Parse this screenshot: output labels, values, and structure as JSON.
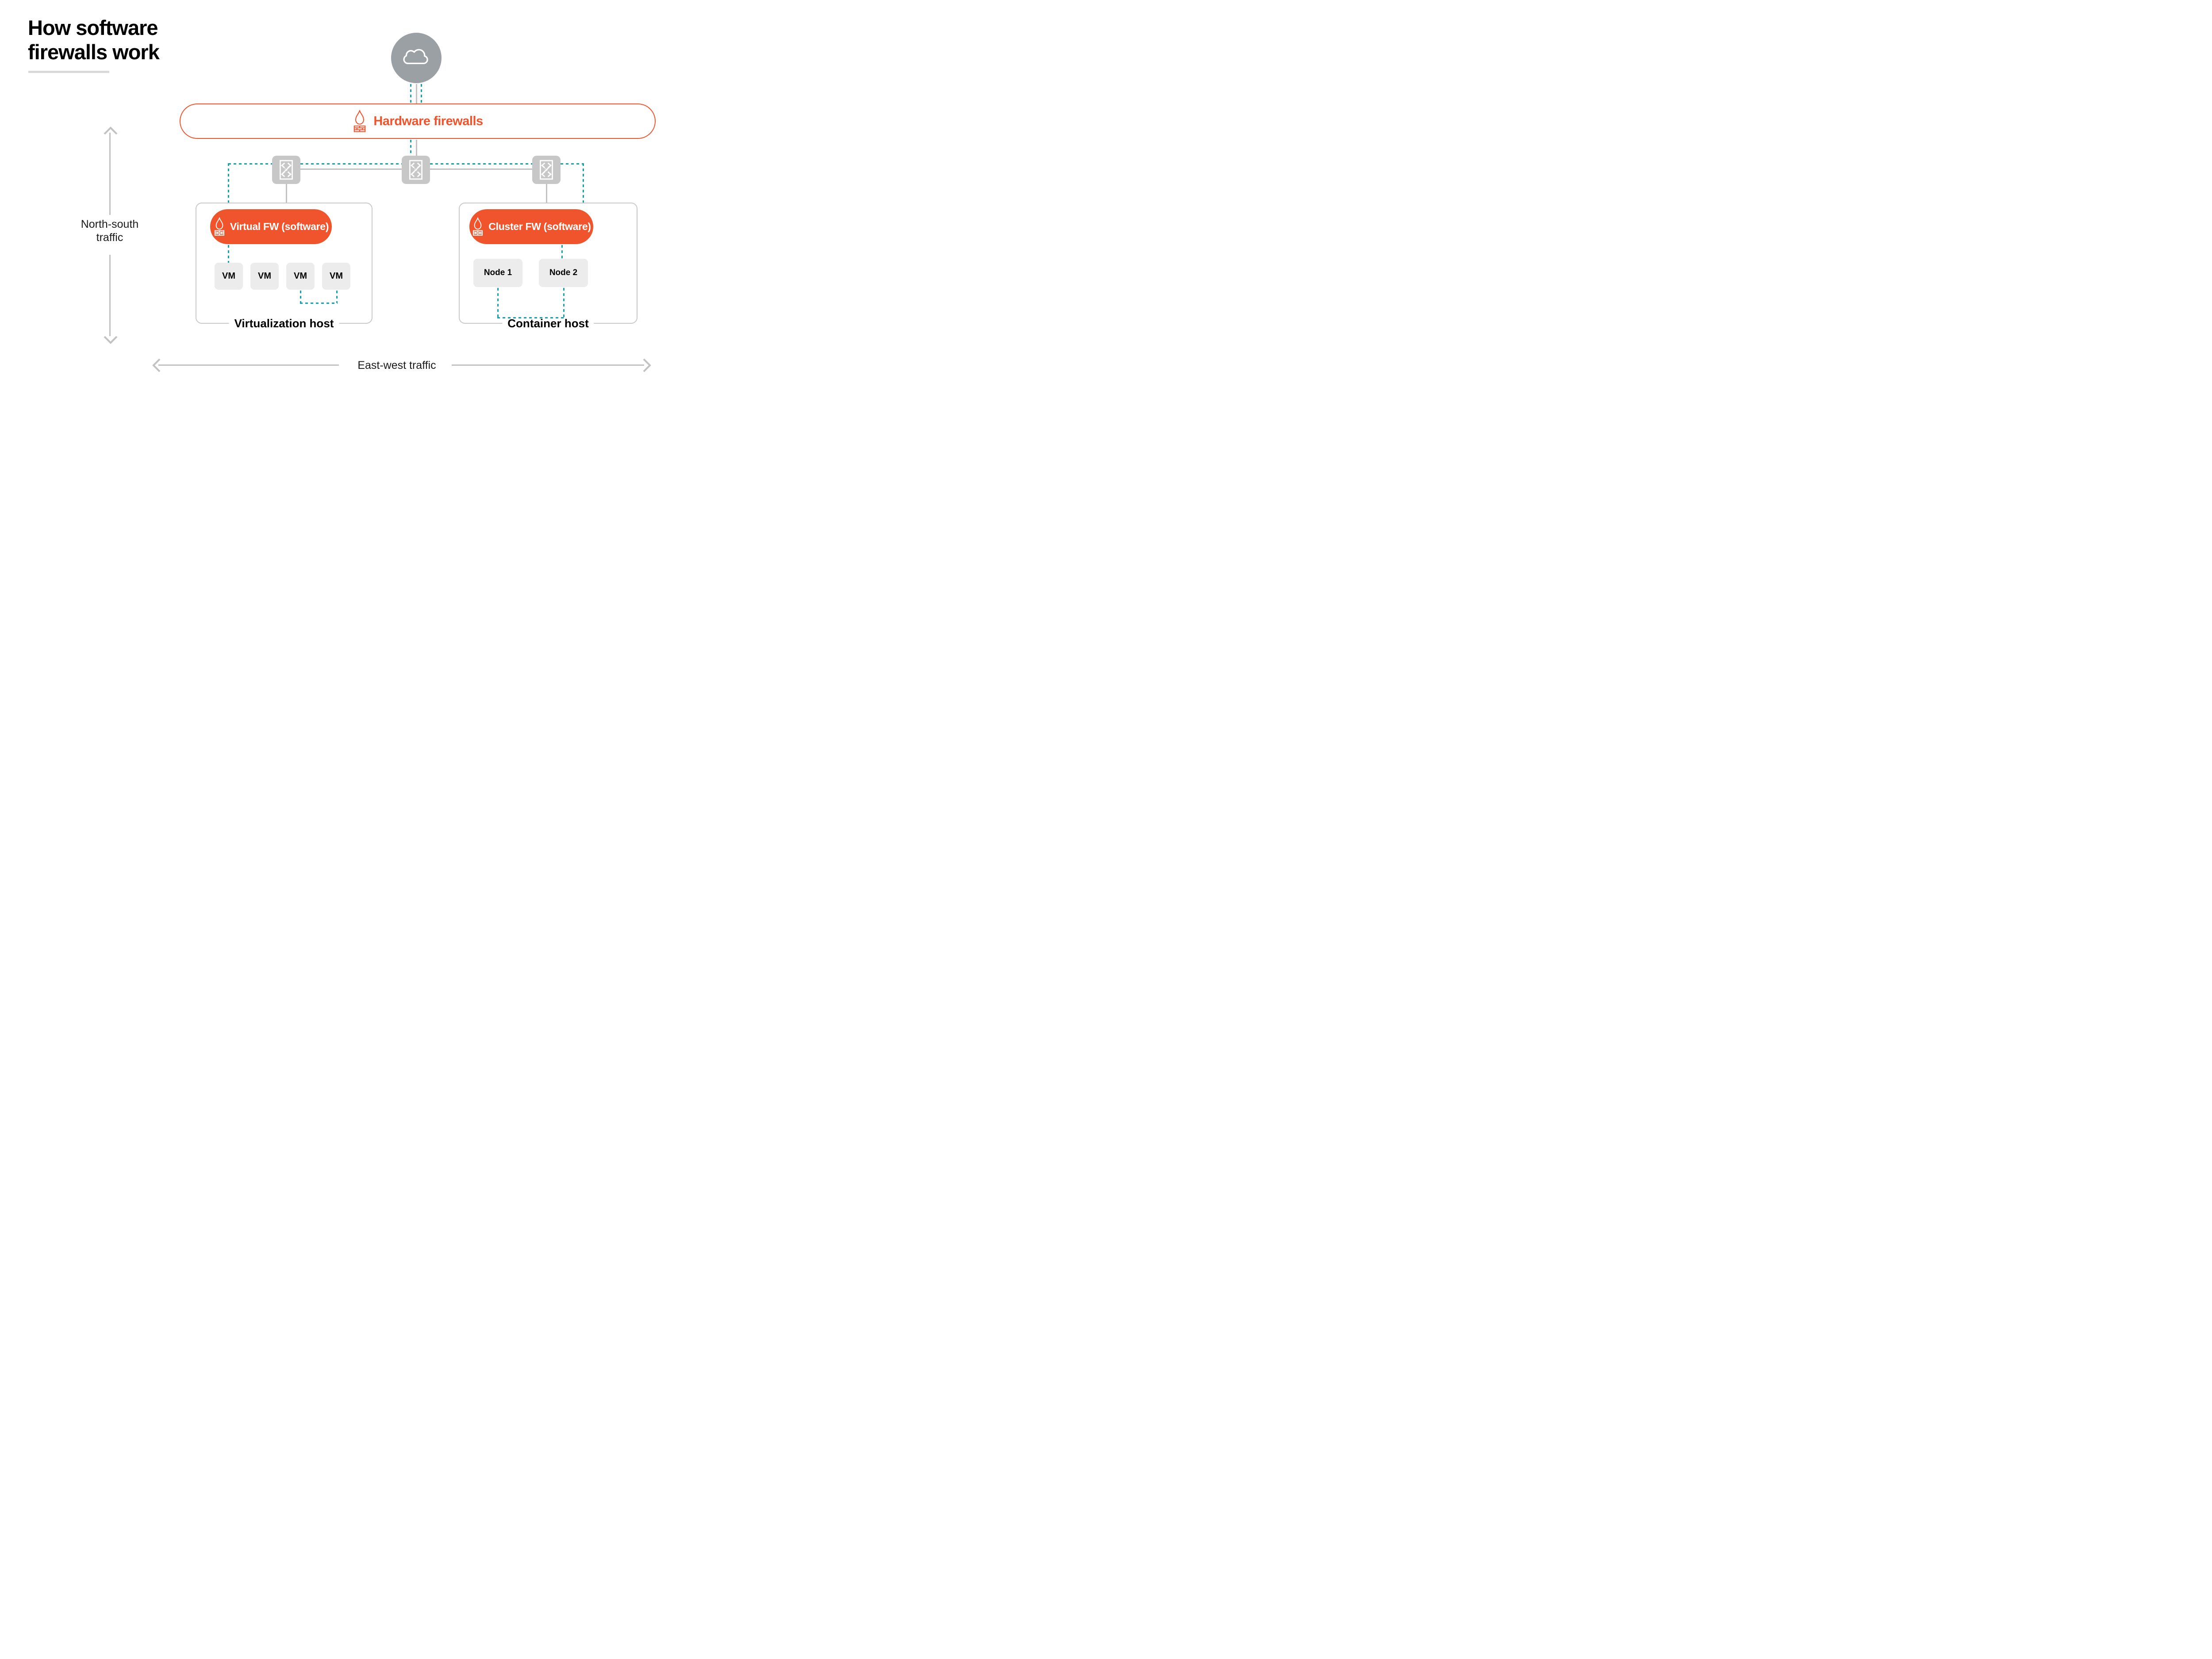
{
  "title": "How software\nfirewalls work",
  "hardware_firewalls": {
    "label": "Hardware firewalls"
  },
  "virtualization_host": {
    "label": "Virtualization host",
    "firewall": "Virtual FW (software)",
    "vms": [
      "VM",
      "VM",
      "VM",
      "VM"
    ]
  },
  "container_host": {
    "label": "Container host",
    "firewall": "Cluster FW (software)",
    "nodes": [
      "Node 1",
      "Node 2"
    ]
  },
  "traffic": {
    "north_south": "North-south\ntraffic",
    "east_west": "East-west traffic"
  },
  "colors": {
    "orange": "#F0542C",
    "teal": "#10A4B2",
    "cloud_gray": "#9BA0A5",
    "switch_gray": "#C7C7C7",
    "unit_gray": "#ECECEC",
    "line_gray": "#C2C2C2"
  }
}
